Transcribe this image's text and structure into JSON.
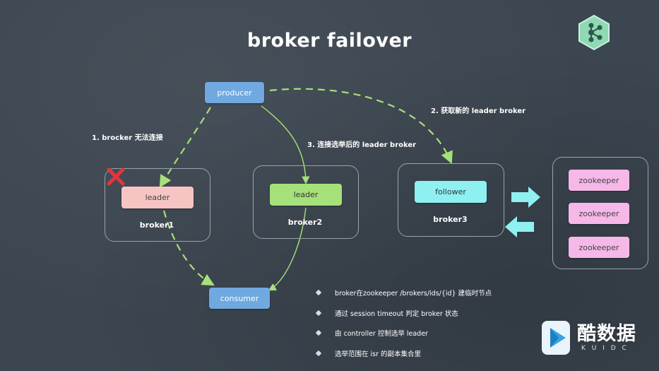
{
  "title": "broker failover",
  "producer": "producer",
  "consumer": "consumer",
  "brokers": [
    {
      "role": "leader",
      "name": "broker1"
    },
    {
      "role": "leader",
      "name": "broker2"
    },
    {
      "role": "follower",
      "name": "broker3"
    }
  ],
  "zookeepers": [
    "zookeeper",
    "zookeeper",
    "zookeeper"
  ],
  "notes": {
    "step1": "1. brocker 无法连接",
    "step2": "2. 获取新的 leader broker",
    "step3": "3. 连接选举后的 leader broker"
  },
  "bullets": [
    "broker在zookeeper /brokers/ids/{id} 建临时节点",
    "通过 session timeout 判定 broker 状态",
    "由 controller 控制选举 leader",
    "选举范围在 isr 的副本集合里"
  ],
  "watermark": {
    "text": "酷数据",
    "sub": "K U I D C"
  },
  "colors": {
    "background": "#3c4650",
    "blue": "#6fa9e0",
    "leader_failed": "#f7c4c4",
    "leader_new": "#a6e07a",
    "follower": "#8ff0f2",
    "zookeeper": "#f5b8e8",
    "arrow": "#a6e07a",
    "cross": "#e8333a"
  }
}
